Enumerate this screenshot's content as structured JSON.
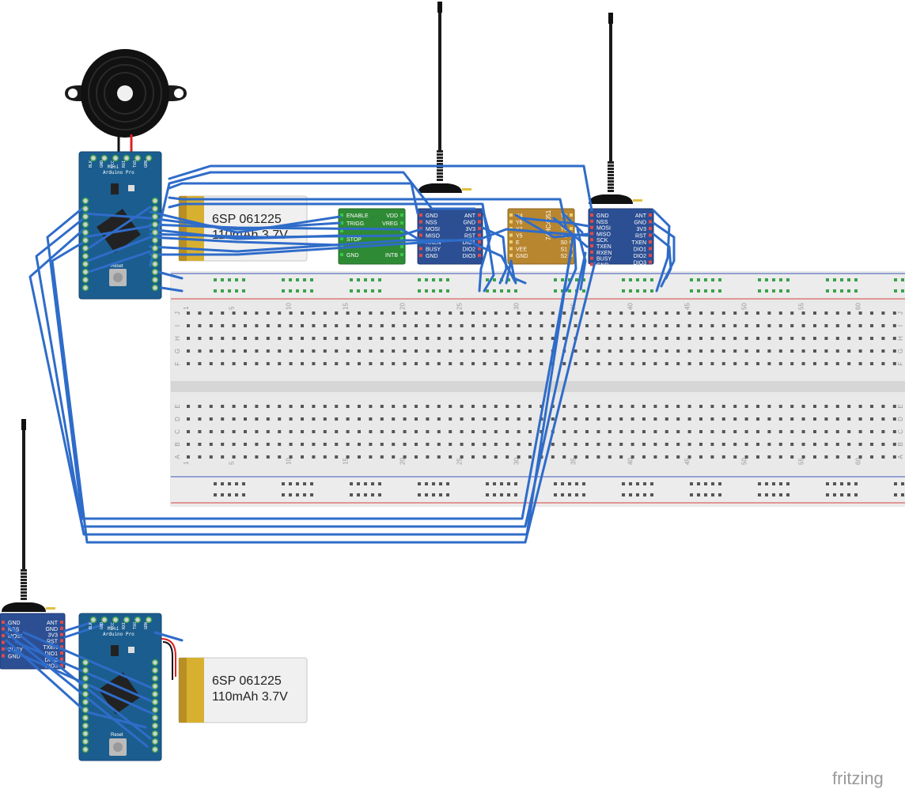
{
  "watermark": "fritzing",
  "breadboard": {
    "column_numbers": [
      "1",
      "5",
      "10",
      "15",
      "20",
      "25",
      "30",
      "35",
      "40",
      "45",
      "50",
      "55",
      "60"
    ],
    "rows_top": [
      "J",
      "I",
      "H",
      "G",
      "F"
    ],
    "rows_bottom": [
      "E",
      "D",
      "C",
      "B",
      "A"
    ]
  },
  "arduino": {
    "top_pins": [
      "BLK",
      "GND",
      "VCC",
      "RXI",
      "TXO",
      "GRN"
    ],
    "name_line1": "Mini",
    "name_line2": "Arduino Pro",
    "reset_label": "Reset"
  },
  "battery": {
    "line1": "6SP 061225",
    "line2": "110mAh 3.7V"
  },
  "as3935": {
    "left_pins": [
      "ENABLE",
      "TRIGG",
      "",
      "STOP",
      "",
      "GND"
    ],
    "right_pins": [
      "VDD",
      "VREG",
      "",
      "",
      "",
      "INTB"
    ]
  },
  "lora": {
    "left_pins": [
      "GND",
      "NSS",
      "MOSI",
      "MISO",
      "SCK",
      "TXEN",
      "RXEN",
      "BUSY",
      "GND"
    ],
    "right_pins": [
      "ANT",
      "GND",
      "3V3",
      "RST",
      "TXEN",
      "DIO1",
      "DIO2",
      "DIO3"
    ]
  },
  "lora_a": {
    "left_pins": [
      "GND",
      "NSS",
      "MOSI",
      "MISO",
      "RXEN",
      "BUSY",
      "GND"
    ],
    "right_pins": [
      "ANT",
      "GND",
      "3V3",
      "RST",
      "DIO1",
      "DIO2",
      "DIO3"
    ]
  },
  "lora_c": {
    "left_pins": [
      "GND",
      "NSS",
      "MOSI",
      "",
      "BUSY",
      "GND"
    ],
    "right_pins": [
      "ANT",
      "GND",
      "3V3",
      "RST",
      "TXEN",
      "DIO1",
      "DIO2",
      "DIO3"
    ]
  },
  "mux": {
    "label": "74HC4051",
    "left_pins": [
      "Y4",
      "Y6",
      "Y7",
      "Y5",
      "E",
      "VEE",
      "GND"
    ],
    "right_pins": [
      "Y2",
      "Y1",
      "Y0",
      "Y3",
      "S0",
      "S1",
      "S2"
    ]
  },
  "colors": {
    "wire": "#2f6cc9",
    "arduino_board": "#1b5d8e",
    "lora_board": "#2c4f94",
    "as3935_board": "#2f8a35",
    "mux_board": "#b8862f",
    "breadboard": "#e9e9e9",
    "rail_red": "#d24040",
    "rail_blue": "#3a55b5",
    "battery_gold": "#d8b030"
  }
}
